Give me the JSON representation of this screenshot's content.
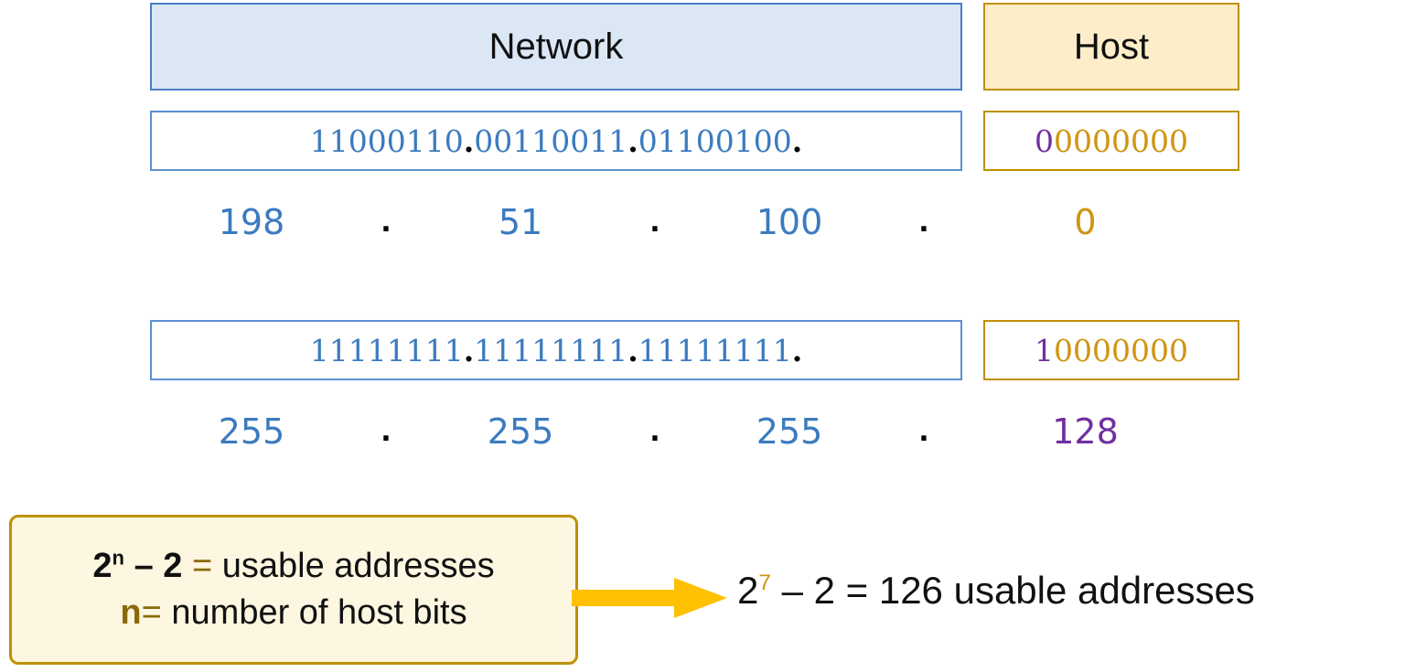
{
  "headers": {
    "network": "Network",
    "host": "Host"
  },
  "colors": {
    "network_fill": "#dce7f5",
    "network_border": "#4a7ec4",
    "host_fill": "#fdeec9",
    "host_border": "#bf9000",
    "bit_blue": "#3b7bbf",
    "bit_gold": "#cf9511",
    "highlight_purple": "#7030a0",
    "arrow": "#FFC000",
    "formula_fill": "#fdf6e0"
  },
  "ip_address": {
    "binary_network": [
      "11000110",
      "00110011",
      "01100100"
    ],
    "binary_host": "00000000",
    "binary_host_first_bit": "0",
    "binary_host_rest": "0000000",
    "separator": ".",
    "decimal": [
      "198",
      "51",
      "100",
      "0"
    ]
  },
  "subnet_mask": {
    "binary_network": [
      "11111111",
      "11111111",
      "11111111"
    ],
    "binary_host": "10000000",
    "binary_host_first_bit": "1",
    "binary_host_rest": "0000000",
    "separator": ".",
    "decimal": [
      "255",
      "255",
      "255",
      "128"
    ]
  },
  "formula": {
    "line1_base": "2",
    "line1_exponent": "n",
    "line1_minus": " – 2 ",
    "line1_equals": "=",
    "line1_text": " usable addresses",
    "line2_var": "n",
    "line2_equals": "=",
    "line2_text": " number of host bits"
  },
  "result": {
    "base": "2",
    "exponent": "7",
    "expression": " – 2 = 126 usable addresses"
  },
  "arrow": {
    "name": "right-arrow",
    "color": "#FFC000"
  }
}
